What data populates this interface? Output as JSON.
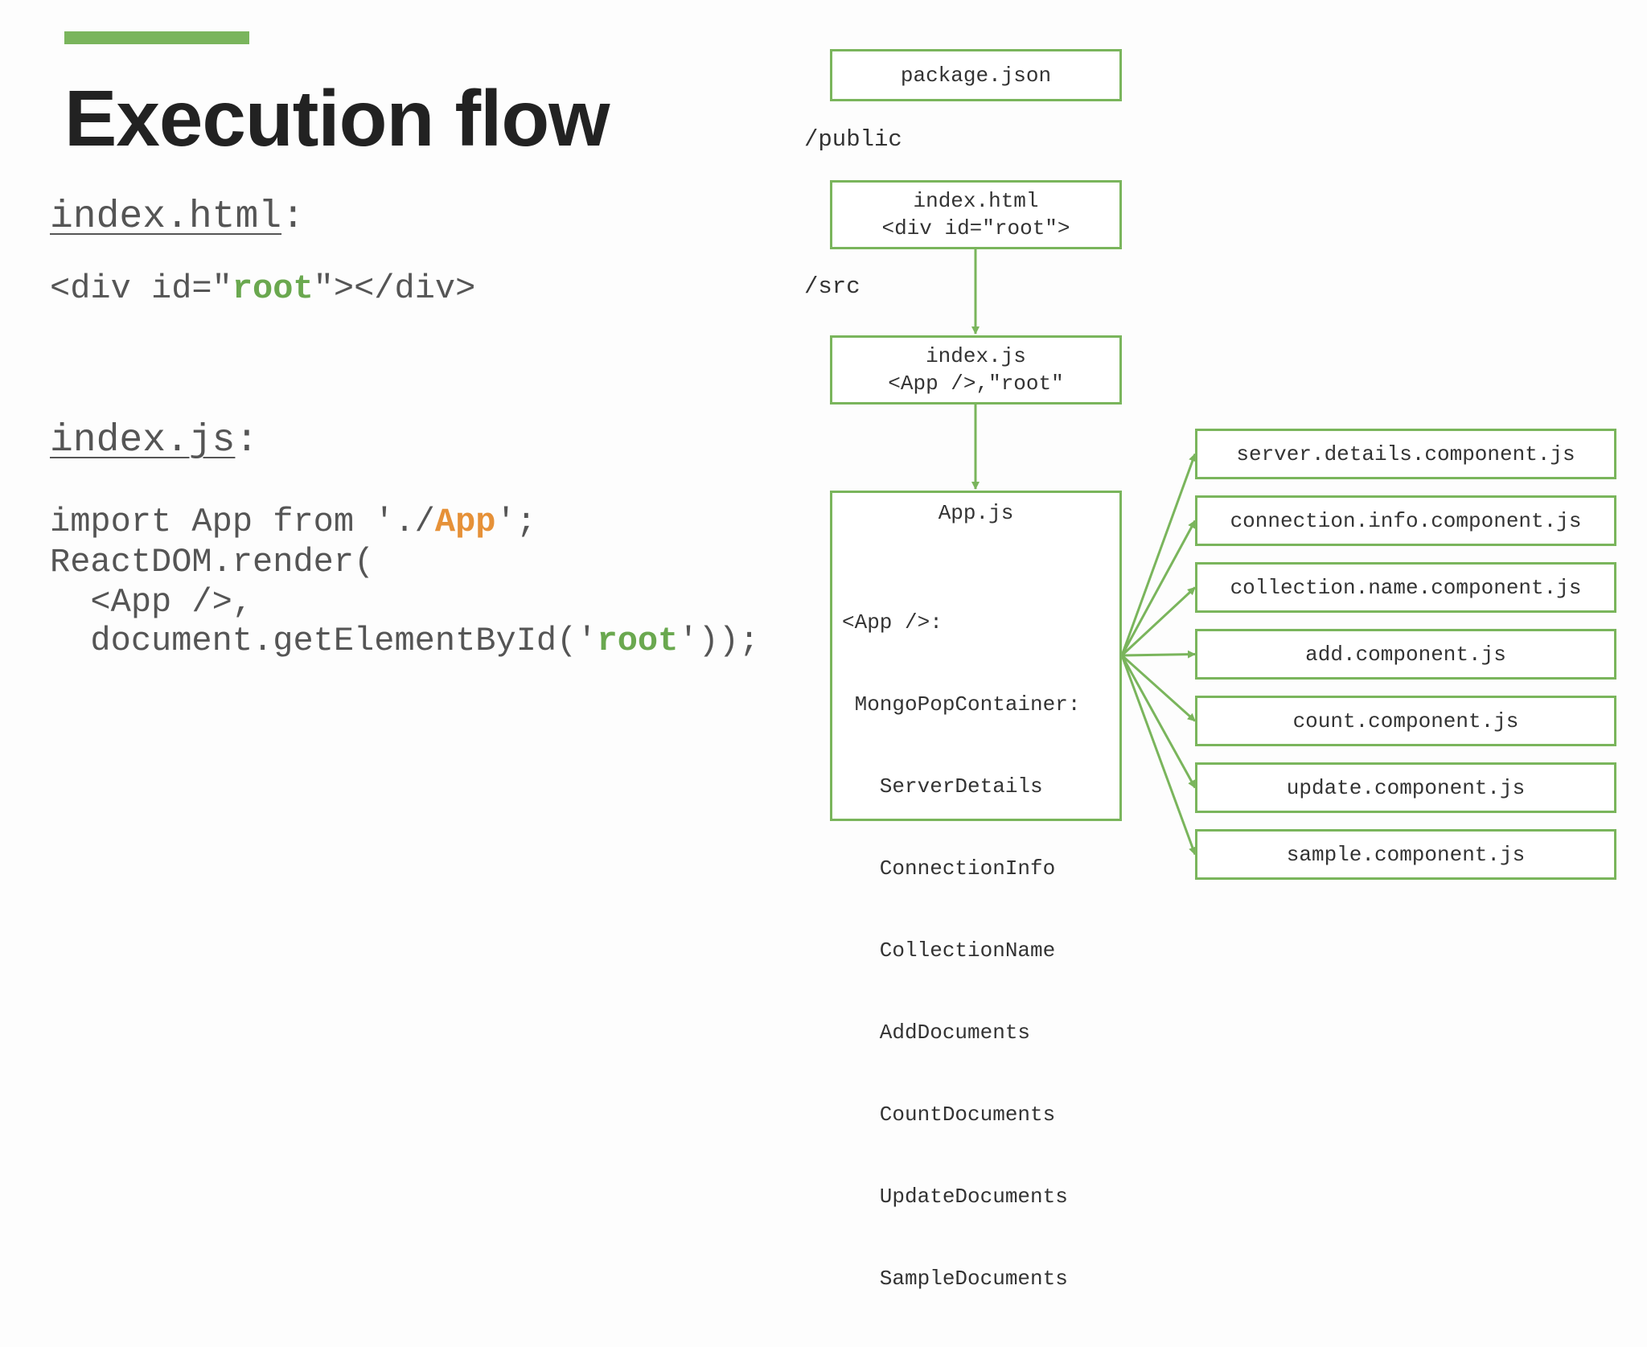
{
  "slide": {
    "title": "Execution flow",
    "accent_color": "#7ab55c"
  },
  "left": {
    "index_html": {
      "heading": "index.html",
      "colon": ":",
      "code_prefix": "<div id=\"",
      "code_highlight": "root",
      "code_suffix": "\"></div>"
    },
    "index_js": {
      "heading": "index.js",
      "colon": ":",
      "line1_prefix": "import App from './",
      "line1_highlight": "App",
      "line1_suffix": "';",
      "line2": "ReactDOM.render(",
      "line3": "  <App />,",
      "line4_prefix": "  document.getElementById('",
      "line4_highlight": "root",
      "line4_suffix": "'));"
    }
  },
  "diagram": {
    "package_json": "package.json",
    "public_folder": "/public",
    "index_html_box": {
      "line1": "index.html",
      "line2": "<div id=\"root\">"
    },
    "src_folder": "/src",
    "index_js_box": {
      "line1": "index.js",
      "line2": "<App />,\"root\""
    },
    "app_js_box": {
      "title": "App.js",
      "lines": [
        "<App />:",
        " MongoPopContainer:",
        "   ServerDetails",
        "   ConnectionInfo",
        "   CollectionName",
        "   AddDocuments",
        "   CountDocuments",
        "   UpdateDocuments",
        "   SampleDocuments"
      ]
    },
    "components": [
      "server.details.component.js",
      "connection.info.component.js",
      "collection.name.component.js",
      "add.component.js",
      "count.component.js",
      "update.component.js",
      "sample.component.js"
    ]
  }
}
